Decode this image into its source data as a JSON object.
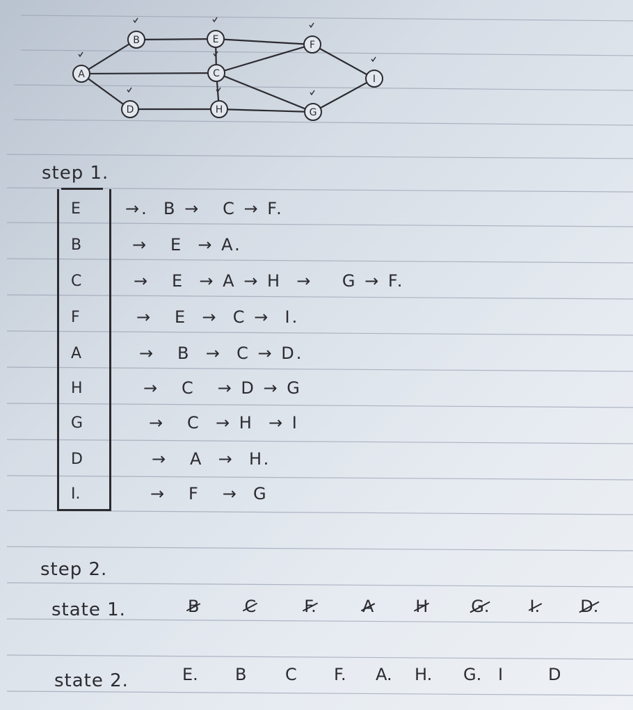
{
  "graph": {
    "nodes": [
      {
        "id": "A",
        "check": true
      },
      {
        "id": "B",
        "check": true
      },
      {
        "id": "E",
        "check": true
      },
      {
        "id": "F",
        "check": true
      },
      {
        "id": "C",
        "check": true
      },
      {
        "id": "I",
        "check": true
      },
      {
        "id": "D",
        "check": true
      },
      {
        "id": "H",
        "check": true
      },
      {
        "id": "G",
        "check": true
      }
    ],
    "edges": [
      [
        "A",
        "B"
      ],
      [
        "A",
        "C"
      ],
      [
        "A",
        "D"
      ],
      [
        "B",
        "E"
      ],
      [
        "E",
        "F"
      ],
      [
        "E",
        "C"
      ],
      [
        "C",
        "F"
      ],
      [
        "C",
        "H"
      ],
      [
        "C",
        "G"
      ],
      [
        "F",
        "I"
      ],
      [
        "I",
        "G"
      ],
      [
        "D",
        "H"
      ],
      [
        "H",
        "G"
      ]
    ]
  },
  "step1": {
    "title": "step 1.",
    "rows": [
      {
        "key": "E",
        "list": "→.  B →   C → F."
      },
      {
        "key": "B",
        "list": "→   E  → A."
      },
      {
        "key": "C",
        "list": "→   E  → A → H  →    G → F."
      },
      {
        "key": "F",
        "list": "→   E  →  C →  I."
      },
      {
        "key": "A",
        "list": "→   B  →  C → D."
      },
      {
        "key": "H",
        "list": "→   C   → D → G"
      },
      {
        "key": "G",
        "list": "→   C  → H  → I"
      },
      {
        "key": "D",
        "list": "→   A  →  H."
      },
      {
        "key": "I.",
        "list": "→   F   →  G"
      }
    ]
  },
  "step2": {
    "title": "step 2.",
    "state1_label": "state 1.",
    "state1_items": [
      "B",
      "C",
      "F.",
      "A",
      "H",
      "G.",
      "I.",
      "D."
    ],
    "state2_label": "state 2.",
    "state2_items": [
      "E.",
      "B",
      "C",
      "F.",
      "A.",
      "H.",
      "G.",
      "I",
      "D"
    ]
  }
}
